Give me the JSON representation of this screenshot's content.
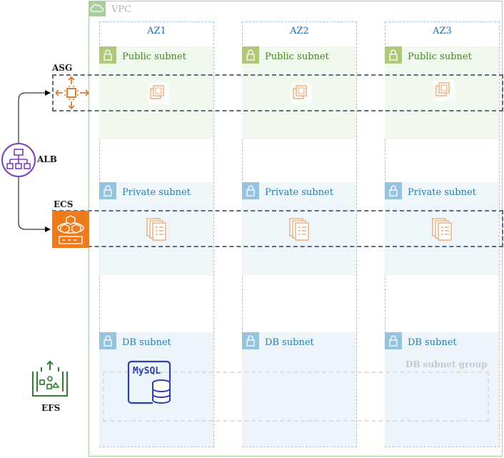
{
  "vpc": {
    "title": "VPC"
  },
  "azs": [
    {
      "label": "AZ1"
    },
    {
      "label": "AZ2"
    },
    {
      "label": "AZ3"
    }
  ],
  "subnets": {
    "public": "Public subnet",
    "private": "Private subnet",
    "db": "DB subnet"
  },
  "groups": {
    "asg": "ASG",
    "ecs": "ECS",
    "alb": "ALB",
    "efs": "EFS",
    "db_subnet_group": "DB subnet group",
    "mysql": "MySQL"
  },
  "colors": {
    "vpc_border": "#a9cf9c",
    "public": "#3f8624",
    "private": "#1f7fb5",
    "compute_orange": "#e07a2e",
    "alb_purple": "#7b3fbf",
    "efs_green": "#2e7d32",
    "mysql_blue": "#2e3fb5"
  }
}
